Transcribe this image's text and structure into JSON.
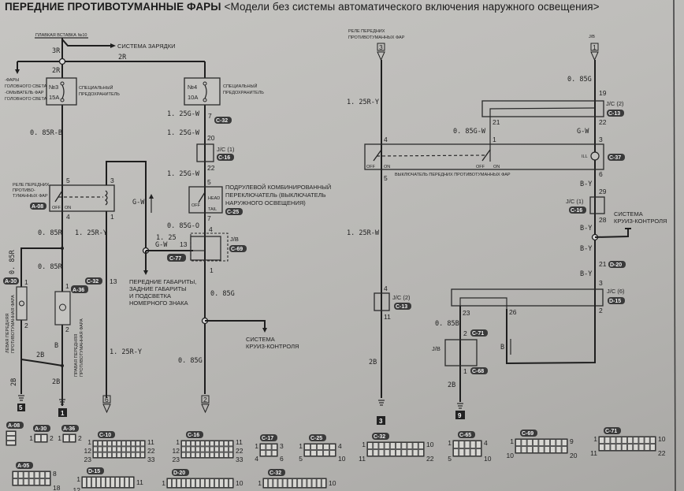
{
  "title": {
    "bold": "ПЕРЕДНИЕ ПРОТИВОТУМАННЫЕ ФАРЫ",
    "rest": " <Модели без системы автоматического включения наружного освещения>"
  },
  "colors": {
    "wire": "#1e1e1e",
    "paper": "#c0bfbc",
    "tag_bg": "#3a3a3a"
  },
  "left": {
    "fusible_link": "ПЛАВКАЯ ВСТАВКА №10",
    "charging": "СИСТЕМА ЗАРЯДКИ",
    "w_3r": "3R",
    "w_2r_top": "2R",
    "w_2r": "2R",
    "headlamp_note": [
      "-ФАРЫ",
      "ГОЛОВНОГО СВЕТА;",
      "-ОМЫВАТЕЛЬ ФАР",
      "ГОЛОВНОГО СВЕТА."
    ],
    "fuse3_no": "№3",
    "fuse3_amp": "15A",
    "fuse_label": [
      "СПЕЦИАЛЬНЫЙ",
      "ПРЕДОХРАНИТЕЛЬ"
    ],
    "w_085rb": "0. 85R-B",
    "relay_label": [
      "РЕЛЕ ПЕРЕДНИХ",
      "ПРОТИВО-",
      "ТУМАННЫХ ФАР"
    ],
    "relay_conn": "A-08",
    "pin5": "5",
    "pin4": "4",
    "pin3": "3",
    "pin1": "1",
    "off": "OFF",
    "on": "ON",
    "w_085r_a": "0. 85R",
    "w_085r_b": "0. 85R",
    "w_085r_c": "0. 85R",
    "w_125ry": "1. 25R-Y",
    "w_125ry_b": "1. 25R-Y",
    "w_gw": "G-W",
    "left_lamp_conn": "A-30",
    "right_lamp_conn": "A-36",
    "left_lamp_label": [
      "ЛЕВАЯ ПЕРЕДНЯЯ",
      "ПРОТИВОТУМАННАЯ ФАРА"
    ],
    "right_lamp_label": [
      "ПРАВАЯ ПЕРЕДНЯЯ",
      "ПРОТИВОТУМАННАЯ ФАРА"
    ],
    "lamp_pin1": "1",
    "lamp_pin2": "2",
    "w_b": "B",
    "w_2b_a": "2B",
    "w_2b_b": "2B",
    "w_2b_c": "2B",
    "c32_conn": "C-32",
    "c32_pin": "13",
    "gnd_left": "5",
    "gnd_right": "1",
    "term_mid": "6",
    "marker_title": [
      "ПЕРЕДНИЕ ГАБАРИТЫ,",
      "ЗАДНИЕ ГАБАРИТЫ",
      "И ПОДСВЕТКА",
      "НОМЕРНОГО ЗНАКА"
    ],
    "w_125gw_small": [
      "1. 25",
      "G-W"
    ],
    "c77_pin": "13",
    "c77_conn": "C-77"
  },
  "center": {
    "fuse4_no": "№4",
    "fuse4_amp": "10A",
    "fuse_label": [
      "СПЕЦИАЛЬНЫЙ",
      "ПРЕДОХРАНИТЕЛЬ"
    ],
    "w1": "1. 25G-W",
    "pin7": "7",
    "c32": "C-32",
    "w2": "1. 25G-W",
    "pin20": "20",
    "jc1": "J/C (1)",
    "c16": "C-16",
    "pin22": "22",
    "w3": "1. 25G-W",
    "pin5": "5",
    "switch_label": [
      "ПОДРУЛЕВОЙ КОМБИНИРОВАННЫЙ",
      "ПЕРЕКЛЮЧАТЕЛЬ (ВЫКЛЮЧАТЕЛЬ",
      "НАРУЖНОГО ОСВЕЩЕНИЯ)"
    ],
    "switch_conn": "C-25",
    "off": "OFF",
    "head": "HEAD",
    "tail": "TAIL",
    "pin7b": "7",
    "w4": "0. 85G-O",
    "pin4": "4",
    "jb": "J/B",
    "c69": "C-69",
    "pin1": "1",
    "w5": "0. 85G",
    "cruise": [
      "СИСТЕМА",
      "КРУИЗ-КОНТРОЛЯ"
    ],
    "w6": "0. 85G",
    "term": "2"
  },
  "right": {
    "relay_ref": [
      "РЕЛЕ ПЕРЕДНИХ",
      "ПРОТИВОТУМАННЫХ ФАР"
    ],
    "relay_term": "3",
    "jb": "J/B",
    "jb_term": "1",
    "w_125ry": "1. 25R-Y",
    "w_085g": "0. 85G",
    "pin19": "19",
    "jc2": "J/C (2)",
    "c13": "C-13",
    "pin21": "21",
    "pin22": "22",
    "w_085gw": "0. 85G-W",
    "w_gw": "G-W",
    "pin4": "4",
    "pin1": "1",
    "pin3": "3",
    "ill": "ILL",
    "c37": "C-37",
    "off": "OFF",
    "on": "ON",
    "switch_label": "ВЫКЛЮЧАТЕЛЬ ПЕРЕДНИХ ПРОТИВОТУМАННЫХ ФАР",
    "pin5": "5",
    "pin6": "6",
    "w_125rw": "1. 25R-W",
    "w_by1": "B-Y",
    "pin29": "29",
    "jc1": "J/C (1)",
    "c16": "C-16",
    "pin28": "28",
    "cruise": [
      "СИСТЕМА",
      "КРУИЗ-КОНТРОЛЯ"
    ],
    "w_by2": "B-Y",
    "w_by3": "B-Y",
    "pin21b": "21",
    "d20": "D-20",
    "w_by4": "B-Y",
    "pin3b": "3",
    "jc6": "J/C (6)",
    "d15": "D-15",
    "pin2": "2",
    "pin23": "23",
    "pin26": "26",
    "w_085b": "0. 85B",
    "pin2b": "2",
    "c71": "C-71",
    "jb2": "J/B",
    "pin1b": "1",
    "c68": "C-68",
    "w_2b": "2B",
    "w_b": "B",
    "jc2b": "J/C (2)",
    "c13b": "C-13",
    "pin4b": "4",
    "pin11": "11",
    "w_2b_b": "2B",
    "gnd3": "3",
    "gnd9": "9"
  },
  "connectors": [
    {
      "id": "A-08",
      "pins_left": [
        "",
        ""
      ],
      "pins_right": [
        "",
        ""
      ]
    },
    {
      "id": "A-30",
      "pins_left": [
        "1"
      ],
      "pins_right": [
        "2"
      ]
    },
    {
      "id": "A-36",
      "pins_left": [
        "1"
      ],
      "pins_right": [
        "2"
      ]
    },
    {
      "id": "C-10",
      "pins_left": [
        "1",
        "12",
        "23"
      ],
      "pins_right": [
        "11",
        "22",
        "33"
      ]
    },
    {
      "id": "C-16",
      "pins_left": [
        "1",
        "12",
        "23"
      ],
      "pins_right": [
        "11",
        "22",
        "33"
      ]
    },
    {
      "id": "C-17",
      "pins_left": [
        "1",
        "4"
      ],
      "pins_right": [
        "3",
        "6"
      ]
    },
    {
      "id": "C-25",
      "pins_left": [
        "1",
        "5"
      ],
      "pins_right": [
        "4",
        "10"
      ]
    },
    {
      "id": "C-32",
      "pins_left": [
        "1",
        "11"
      ],
      "pins_right": [
        "10",
        "22"
      ]
    },
    {
      "id": "C-65",
      "pins_left": [
        "1",
        "5"
      ],
      "pins_right": [
        "4",
        "10"
      ]
    },
    {
      "id": "C-69",
      "pins_left": [
        "1",
        "10"
      ],
      "pins_right": [
        "9",
        "20"
      ]
    },
    {
      "id": "C-71",
      "pins_left": [
        "1",
        "11"
      ],
      "pins_right": [
        "10",
        "22"
      ]
    },
    {
      "id": "A-05",
      "pins_left": [
        ""
      ],
      "pins_right": [
        "8",
        "18"
      ]
    },
    {
      "id": "D-15",
      "pins_left": [
        "1",
        "12"
      ],
      "pins_right": [
        "11"
      ]
    },
    {
      "id": "D-20",
      "pins_left": [
        "1"
      ],
      "pins_right": [
        "10"
      ]
    },
    {
      "id": "C-32",
      "pins_left": [
        "1"
      ],
      "pins_right": [
        "10"
      ]
    }
  ]
}
